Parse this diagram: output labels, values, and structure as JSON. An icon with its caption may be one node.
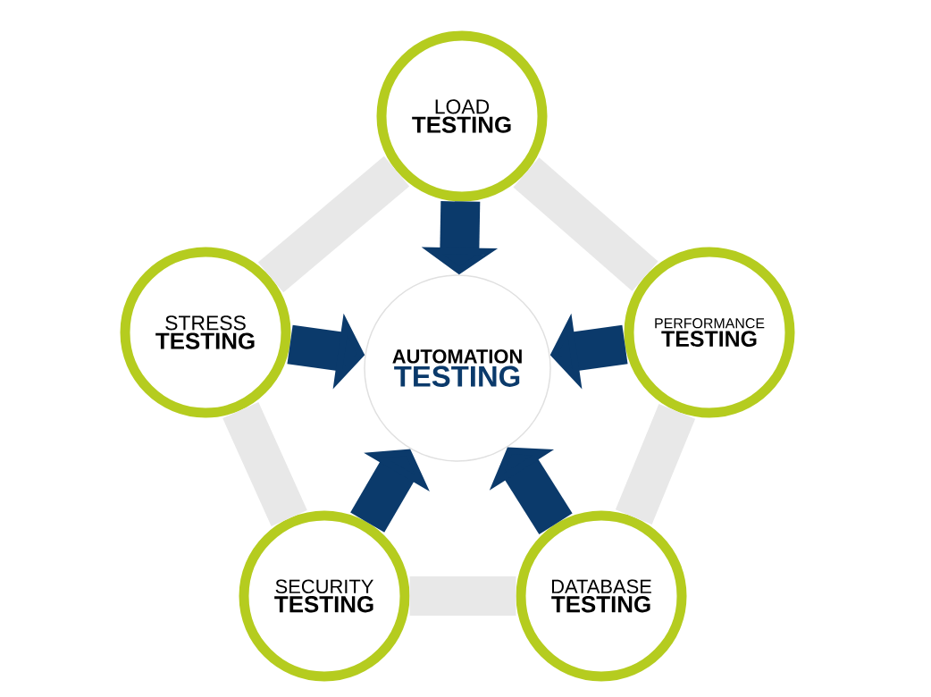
{
  "diagram": {
    "nodes": [
      {
        "text": [
          "AUTOMATION",
          "TESTING"
        ]
      },
      {
        "text": [
          "LOAD",
          "TESTING"
        ]
      },
      {
        "text": [
          "PERFORMANCE",
          "TESTING"
        ]
      },
      {
        "text": [
          "DATABASE",
          "TESTING"
        ]
      },
      {
        "text": [
          "SECURITY",
          "TESTING"
        ]
      },
      {
        "text": [
          "STRESS",
          "TESTING"
        ]
      }
    ],
    "edges": [
      {
        "from": 1,
        "to": 0,
        "arrow": "to",
        "color": "#0b3a6b"
      },
      {
        "from": 2,
        "to": 0,
        "arrow": "to",
        "color": "#0b3a6b"
      },
      {
        "from": 3,
        "to": 0,
        "arrow": "to",
        "color": "#0b3a6b"
      },
      {
        "from": 4,
        "to": 0,
        "arrow": "to",
        "color": "#0b3a6b"
      },
      {
        "from": 5,
        "to": 0,
        "arrow": "to",
        "color": "#0b3a6b"
      },
      {
        "from": 1,
        "to": 2,
        "arrow": "none",
        "color": "#e8e8e8"
      },
      {
        "from": 2,
        "to": 3,
        "arrow": "none",
        "color": "#e8e8e8"
      },
      {
        "from": 3,
        "to": 4,
        "arrow": "none",
        "color": "#e8e8e8"
      },
      {
        "from": 4,
        "to": 5,
        "arrow": "none",
        "color": "#e8e8e8"
      },
      {
        "from": 5,
        "to": 1,
        "arrow": "none",
        "color": "#e8e8e8"
      }
    ]
  }
}
